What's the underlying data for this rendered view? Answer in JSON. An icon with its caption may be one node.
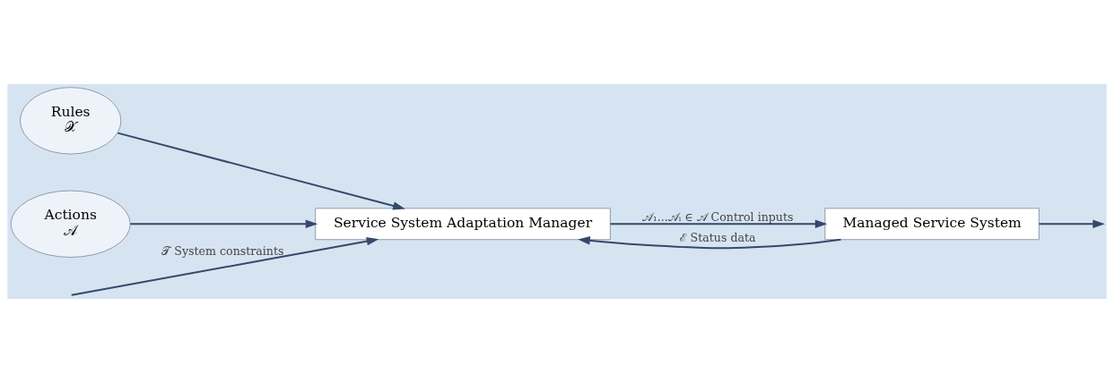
{
  "diagram": {
    "nodes": [
      {
        "text": [
          "Rules",
          "𝒳"
        ]
      },
      {
        "text": [
          "Actions",
          "𝒜"
        ]
      },
      {
        "text": [
          "Service System Adaptation Manager"
        ]
      },
      {
        "text": [
          "Managed Service System"
        ]
      }
    ],
    "edges": [
      {
        "from": 0,
        "to": 2,
        "arrow": "to"
      },
      {
        "from": 1,
        "to": 2,
        "arrow": "to"
      },
      {
        "from": null,
        "to": 2,
        "arrow": "to",
        "label": "𝒯 System constraints"
      },
      {
        "from": 2,
        "to": 3,
        "arrow": "to",
        "label": "𝒜₁...𝒜ᵢ ∈ 𝒜 Control inputs"
      },
      {
        "from": 3,
        "to": null,
        "arrow": "to"
      },
      {
        "from": 3,
        "to": 2,
        "arrow": "to",
        "label": "ℰ Status data"
      }
    ]
  }
}
